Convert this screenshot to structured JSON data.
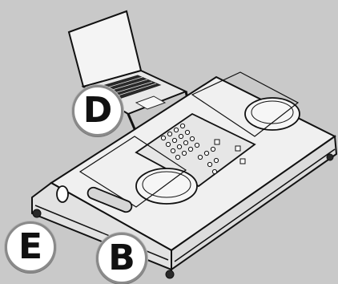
{
  "callouts": {
    "d": "D",
    "e": "E",
    "b": "B"
  },
  "colors": {
    "background": "#c9c9c9",
    "case_top": "#f0f0f0",
    "outline": "#1a1a1a",
    "badge_fill": "#ffffff",
    "badge_ring": "#8a8a8a"
  }
}
